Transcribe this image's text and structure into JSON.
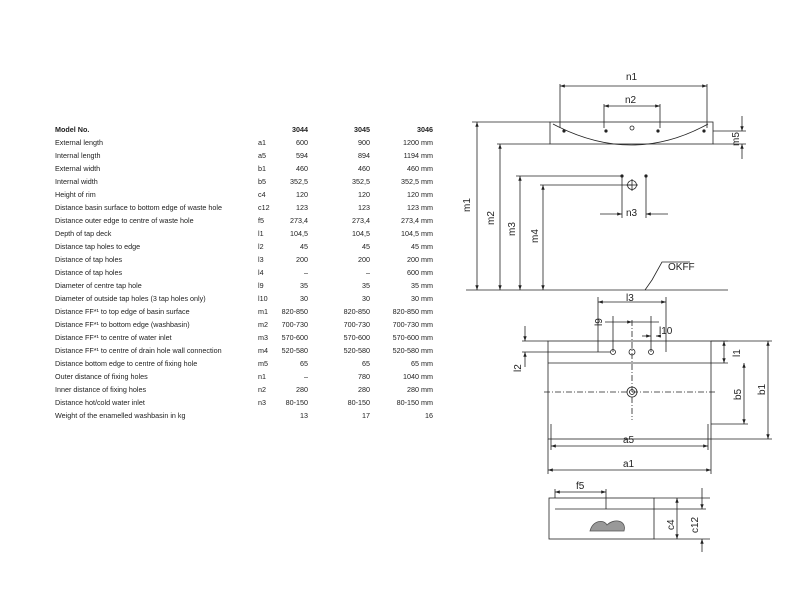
{
  "table": {
    "header": {
      "label": "Model No.",
      "a": "3044",
      "b": "3045",
      "c": "3046"
    },
    "rows": [
      {
        "label": "External length",
        "code": "a1",
        "a": "600",
        "b": "900",
        "c": "1200 mm"
      },
      {
        "label": "Internal length",
        "code": "a5",
        "a": "594",
        "b": "894",
        "c": "1194 mm"
      },
      {
        "label": "External width",
        "code": "b1",
        "a": "460",
        "b": "460",
        "c": "460 mm"
      },
      {
        "label": "Internal width",
        "code": "b5",
        "a": "352,5",
        "b": "352,5",
        "c": "352,5 mm"
      },
      {
        "label": "Height of rim",
        "code": "c4",
        "a": "120",
        "b": "120",
        "c": "120 mm"
      },
      {
        "label": "Distance basin surface to bottom edge of waste hole",
        "code": "c12",
        "a": "123",
        "b": "123",
        "c": "123 mm"
      },
      {
        "label": "Distance outer edge to centre of waste hole",
        "code": "f5",
        "a": "273,4",
        "b": "273,4",
        "c": "273,4 mm"
      },
      {
        "label": "Depth of tap deck",
        "code": "l1",
        "a": "104,5",
        "b": "104,5",
        "c": "104,5 mm"
      },
      {
        "label": "Distance tap holes to edge",
        "code": "l2",
        "a": "45",
        "b": "45",
        "c": "45 mm"
      },
      {
        "label": "Distance of tap holes",
        "code": "l3",
        "a": "200",
        "b": "200",
        "c": "200 mm"
      },
      {
        "label": "Distance of tap holes",
        "code": "l4",
        "a": "–",
        "b": "–",
        "c": "600 mm"
      },
      {
        "label": "Diameter of centre tap hole",
        "code": "l9",
        "a": "35",
        "b": "35",
        "c": "35 mm"
      },
      {
        "label": "Diameter of outside tap holes (3 tap holes only)",
        "code": "l10",
        "a": "30",
        "b": "30",
        "c": "30 mm"
      },
      {
        "label": "Distance FF*¹ to top edge of basin surface",
        "code": "m1",
        "a": "820-850",
        "b": "820-850",
        "c": "820-850 mm"
      },
      {
        "label": "Distance FF*¹ to bottom edge (washbasin)",
        "code": "m2",
        "a": "700-730",
        "b": "700-730",
        "c": "700-730 mm"
      },
      {
        "label": "Distance FF*¹ to centre of water inlet",
        "code": "m3",
        "a": "570-600",
        "b": "570-600",
        "c": "570-600 mm"
      },
      {
        "label": "Distance FF*¹ to centre of drain hole wall connection",
        "code": "m4",
        "a": "520-580",
        "b": "520-580",
        "c": "520-580 mm"
      },
      {
        "label": "Distance bottom edge to centre of fixing hole",
        "code": "m5",
        "a": "65",
        "b": "65",
        "c": "65 mm"
      },
      {
        "label": "Outer distance of fixing holes",
        "code": "n1",
        "a": "–",
        "b": "780",
        "c": "1040 mm"
      },
      {
        "label": "Inner distance of fixing holes",
        "code": "n2",
        "a": "280",
        "b": "280",
        "c": "280 mm"
      },
      {
        "label": "Distance hot/cold water inlet",
        "code": "n3",
        "a": "80-150",
        "b": "80-150",
        "c": "80-150 mm"
      },
      {
        "label": "Weight of the enamelled washbasin in kg",
        "code": "",
        "a": "13",
        "b": "17",
        "c": "16"
      }
    ]
  },
  "drawing": {
    "labels": {
      "n1": "n1",
      "n2": "n2",
      "n3": "n3",
      "m1": "m1",
      "m2": "m2",
      "m3": "m3",
      "m4": "m4",
      "m5": "m5",
      "okff": "OKFF",
      "l1": "l1",
      "l2": "l2",
      "l3": "l3",
      "l9": "l9",
      "l10": "l10",
      "b1": "b1",
      "b5": "b5",
      "a1": "a1",
      "a5": "a5",
      "f5": "f5",
      "c4": "c4",
      "c12": "c12"
    }
  }
}
